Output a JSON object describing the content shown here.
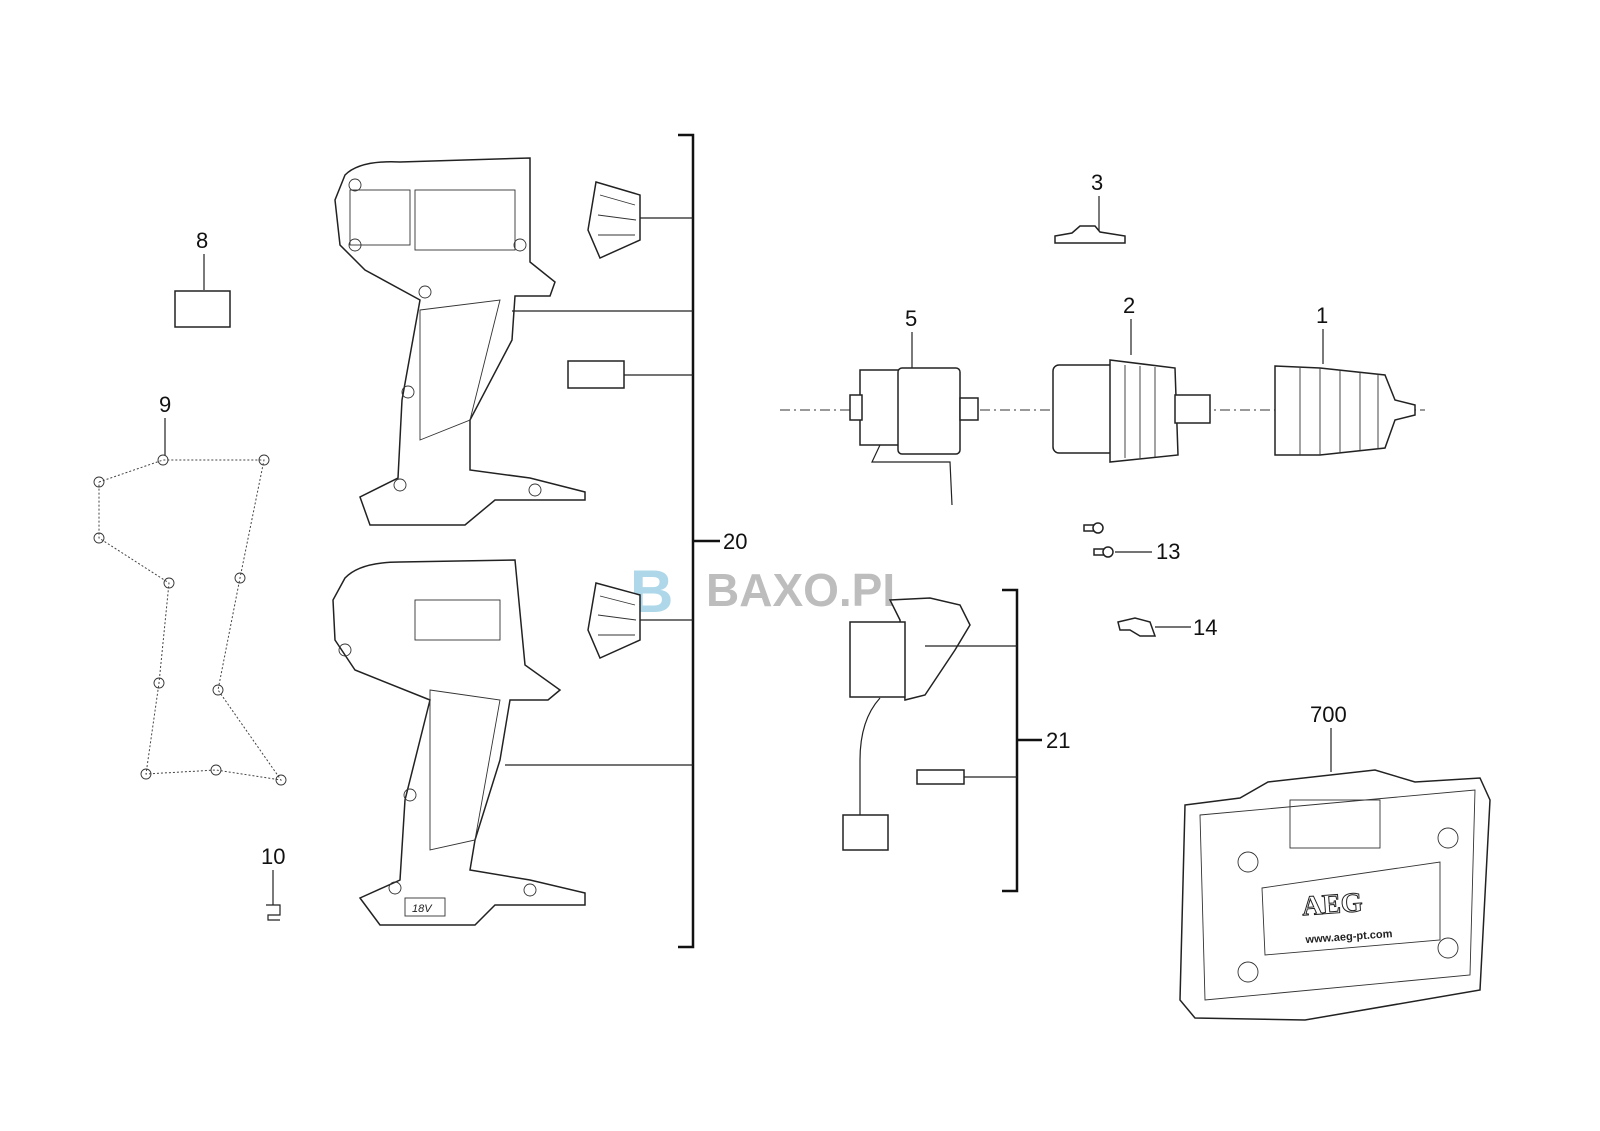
{
  "watermark": {
    "letter": "B",
    "text": "BAXO.PL"
  },
  "callouts": {
    "p1": "1",
    "p2": "2",
    "p3": "3",
    "p5": "5",
    "p8": "8",
    "p9": "9",
    "p10": "10",
    "p13": "13",
    "p14": "14",
    "p20": "20",
    "p21": "21",
    "p700": "700"
  },
  "case": {
    "brand": "AEG",
    "url": "www.aeg-pt.com"
  },
  "housing": {
    "voltage": "18V"
  }
}
